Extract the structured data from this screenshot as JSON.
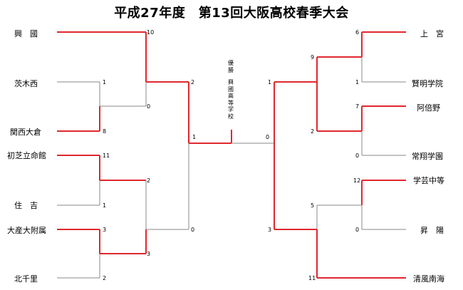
{
  "title": "平成27年度　第13回大阪高校春季大会",
  "champion": {
    "label": "優勝",
    "name": "興國高等学校"
  },
  "left_teams": [
    "興　國",
    "茨木西",
    "関西大倉",
    "初芝立命館",
    "住　吉",
    "大産大附属",
    "北千里"
  ],
  "right_teams": [
    "上　宮",
    "賢明学院",
    "阿倍野",
    "常翔学園",
    "学芸中等",
    "昇　陽",
    "清風南海"
  ],
  "colors": {
    "winner": "#e0282e",
    "loser": "#888888"
  },
  "scores": {
    "left": {
      "r1": [
        {
          "team": "興　國",
          "score": "10"
        },
        {
          "team": "茨木西",
          "score": "1"
        },
        {
          "team": "関西大倉",
          "score": "8"
        },
        {
          "team": "初芝立命館",
          "score": "11"
        },
        {
          "team": "住　吉",
          "score": "1"
        },
        {
          "team": "大産大附属",
          "score": "3"
        },
        {
          "team": "北千里",
          "score": "2"
        }
      ],
      "r2": [
        "0",
        "2",
        "3"
      ],
      "r3": [
        "2",
        "0"
      ],
      "final": "1"
    },
    "right": {
      "r1": [
        {
          "team": "上　宮",
          "score": "6"
        },
        {
          "team": "賢明学院",
          "score": "1"
        },
        {
          "team": "阿倍野",
          "score": "7"
        },
        {
          "team": "常翔学園",
          "score": "0"
        },
        {
          "team": "学芸中等",
          "score": "12"
        },
        {
          "team": "昇　陽",
          "score": "0"
        },
        {
          "team": "清風南海",
          "score": "11"
        }
      ],
      "r2": [
        "9",
        "2",
        "5"
      ],
      "r3": [
        "1",
        "3"
      ],
      "final": "0"
    }
  }
}
